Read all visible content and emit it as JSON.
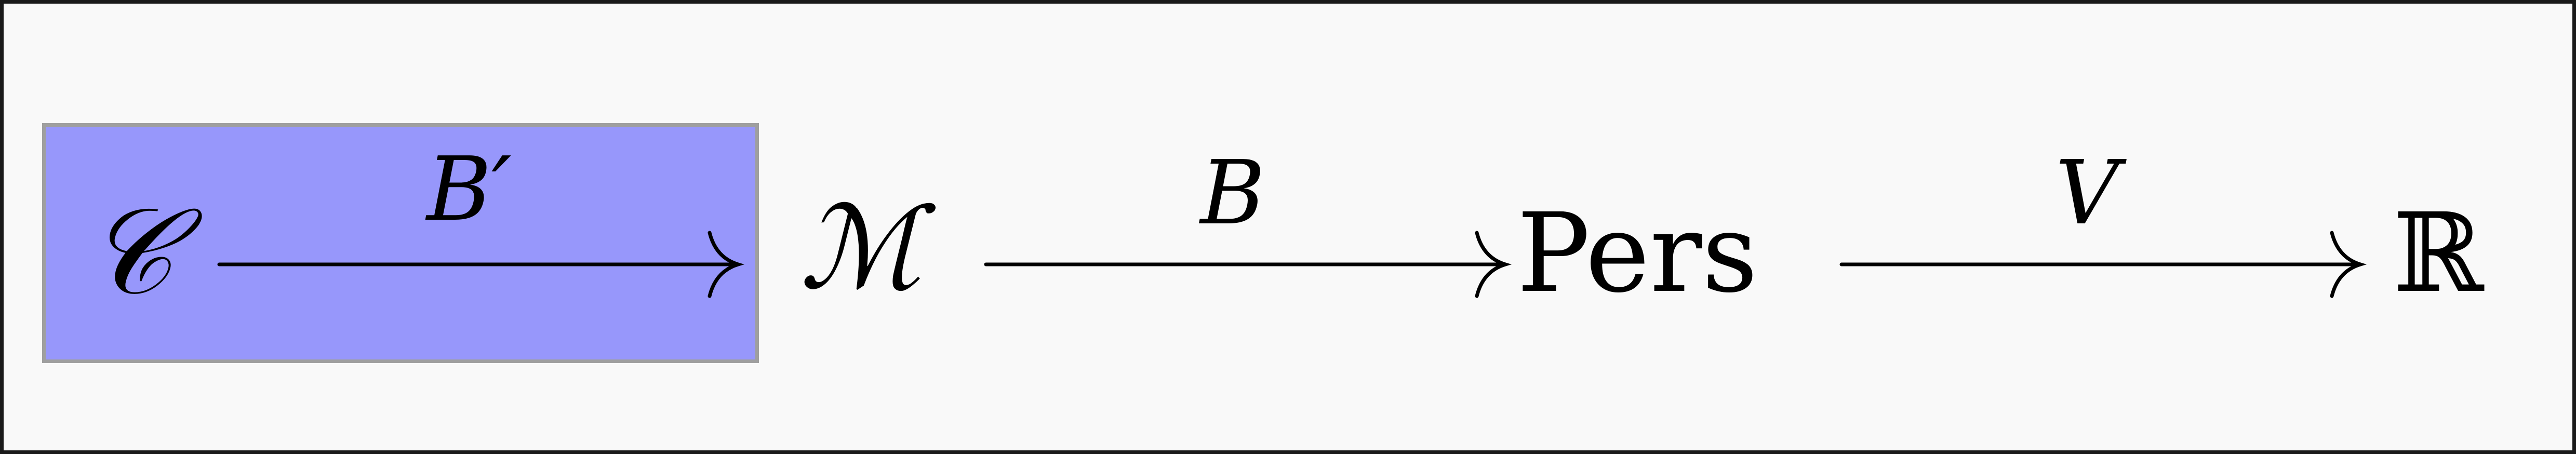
{
  "diagram": {
    "nodes": {
      "c": "𝒞",
      "m": "ℳ",
      "pers": "Pers",
      "r": "ℝ"
    },
    "arrows": {
      "c_to_m": "B′",
      "m_to_pers": "B",
      "pers_to_r": "V"
    },
    "colors": {
      "highlight_fill": "#9797fb",
      "highlight_border": "#9f9f9f",
      "frame_border": "#1a1a1a",
      "background": "#f9f9f9",
      "ink": "#000000"
    }
  }
}
